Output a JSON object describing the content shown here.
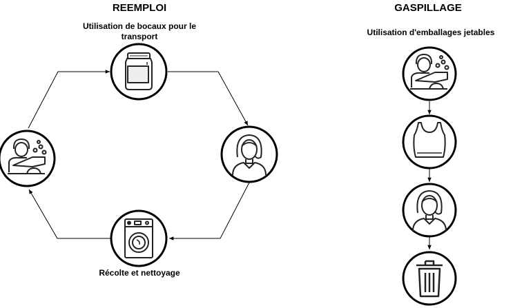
{
  "reemploi": {
    "title": "REEMPLOI",
    "top_label": "Utilisation de bocaux pour le transport",
    "bottom_label": "Récolte et nettoyage",
    "nodes": [
      {
        "icon": "jar-icon"
      },
      {
        "icon": "woman-icon"
      },
      {
        "icon": "washing-machine-icon"
      },
      {
        "icon": "producer-icon"
      }
    ]
  },
  "gaspillage": {
    "title": "GASPILLAGE",
    "label": "Utilisation d'emballages jetables",
    "nodes": [
      {
        "icon": "producer-icon"
      },
      {
        "icon": "plastic-bag-icon"
      },
      {
        "icon": "woman-icon"
      },
      {
        "icon": "trash-bin-icon"
      }
    ]
  },
  "colors": {
    "stroke": "#000000",
    "background": "#ffffff",
    "icon": "#1a1a1a"
  }
}
